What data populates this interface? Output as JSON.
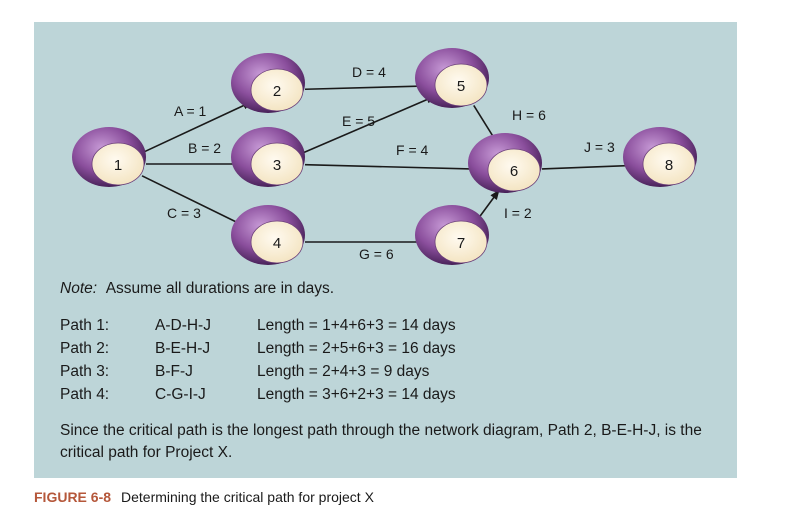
{
  "diagram": {
    "nodes": [
      {
        "id": "1",
        "label": "1"
      },
      {
        "id": "2",
        "label": "2"
      },
      {
        "id": "3",
        "label": "3"
      },
      {
        "id": "4",
        "label": "4"
      },
      {
        "id": "5",
        "label": "5"
      },
      {
        "id": "6",
        "label": "6"
      },
      {
        "id": "7",
        "label": "7"
      },
      {
        "id": "8",
        "label": "8"
      }
    ],
    "edges": [
      {
        "from": "1",
        "to": "2",
        "label": "A = 1"
      },
      {
        "from": "1",
        "to": "3",
        "label": "B = 2"
      },
      {
        "from": "1",
        "to": "4",
        "label": "C = 3"
      },
      {
        "from": "2",
        "to": "5",
        "label": "D = 4"
      },
      {
        "from": "3",
        "to": "5",
        "label": "E = 5"
      },
      {
        "from": "3",
        "to": "6",
        "label": "F = 4"
      },
      {
        "from": "4",
        "to": "7",
        "label": "G = 6"
      },
      {
        "from": "5",
        "to": "6",
        "label": "H = 6"
      },
      {
        "from": "7",
        "to": "6",
        "label": "I = 2"
      },
      {
        "from": "6",
        "to": "8",
        "label": "J = 3"
      }
    ]
  },
  "note": {
    "label": "Note:",
    "text": "Assume all durations are in days."
  },
  "paths": [
    {
      "name": "Path 1:",
      "sequence": "A-D-H-J",
      "length": "Length = 1+4+6+3 = 14 days"
    },
    {
      "name": "Path 2:",
      "sequence": "B-E-H-J",
      "length": "Length = 2+5+6+3 = 16 days"
    },
    {
      "name": "Path 3:",
      "sequence": "B-F-J",
      "length": "Length = 2+4+3 = 9 days"
    },
    {
      "name": "Path 4:",
      "sequence": "C-G-I-J",
      "length": "Length = 3+6+2+3 = 14 days"
    }
  ],
  "conclusion": "Since the critical path is the longest path through the network diagram, Path 2, B-E-H-J, is the critical path for Project X.",
  "caption": {
    "figure_number": "FIGURE 6-8",
    "text": "Determining the critical path for project X"
  },
  "colors": {
    "panel_background": "#bdd5d8",
    "node_face": "#fdf3d8",
    "node_shell": "#8a4e9c",
    "caption_accent": "#b5573a"
  }
}
